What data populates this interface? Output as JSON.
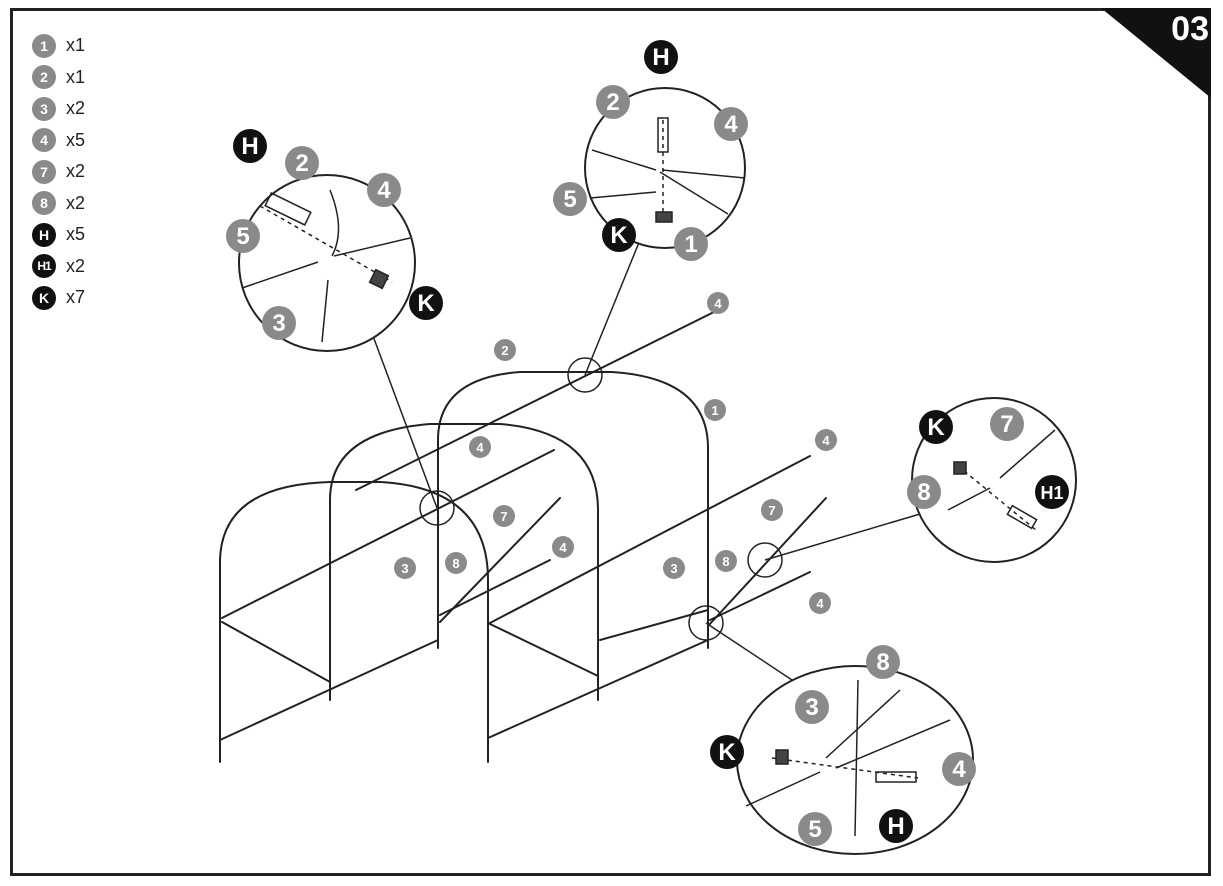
{
  "step": {
    "number": "03"
  },
  "legend": [
    {
      "part": "1",
      "qty": "x1",
      "style": "grey"
    },
    {
      "part": "2",
      "qty": "x1",
      "style": "grey"
    },
    {
      "part": "3",
      "qty": "x2",
      "style": "grey"
    },
    {
      "part": "4",
      "qty": "x5",
      "style": "grey"
    },
    {
      "part": "7",
      "qty": "x2",
      "style": "grey"
    },
    {
      "part": "8",
      "qty": "x2",
      "style": "grey"
    },
    {
      "part": "H",
      "qty": "x5",
      "style": "black"
    },
    {
      "part": "H1",
      "qty": "x2",
      "style": "black"
    },
    {
      "part": "K",
      "qty": "x7",
      "style": "black"
    }
  ],
  "callouts": {
    "main": {
      "p2": "2",
      "p1": "1",
      "p4a": "4",
      "p4b": "4",
      "p4c": "4",
      "p4d": "4",
      "p4e": "4",
      "p7a": "7",
      "p7b": "7",
      "p3a": "3",
      "p3b": "3",
      "p8a": "8",
      "p8b": "8"
    },
    "detail_left": {
      "H": "H",
      "p2": "2",
      "p4": "4",
      "p5": "5",
      "p3": "3",
      "K": "K"
    },
    "detail_top": {
      "H": "H",
      "p2": "2",
      "p4": "4",
      "p5": "5",
      "K": "K",
      "p1": "1"
    },
    "detail_right": {
      "K": "K",
      "p7": "7",
      "p8": "8",
      "H1": "H1"
    },
    "detail_bottom": {
      "p8": "8",
      "p3": "3",
      "K": "K",
      "p4": "4",
      "p5": "5",
      "H": "H"
    }
  },
  "colors": {
    "grey_badge": "#8a8a8a",
    "black_badge": "#111111",
    "line": "#222222"
  }
}
